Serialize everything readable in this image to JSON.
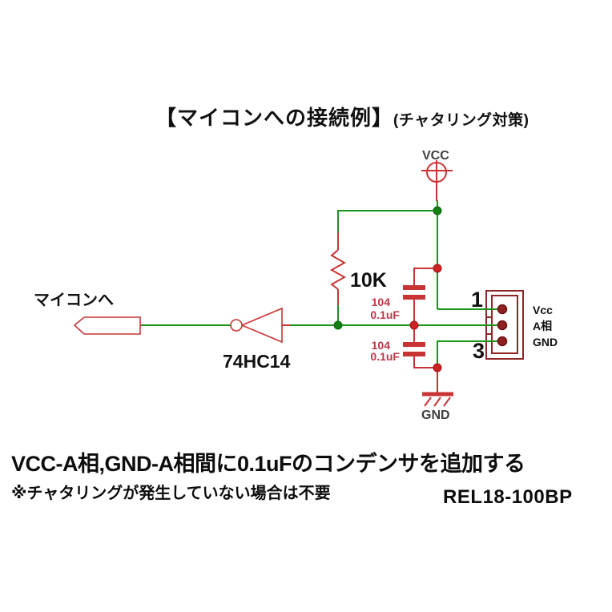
{
  "title": {
    "main": "【マイコンへの接続例】",
    "sub": "(チャタリング対策)"
  },
  "schematic": {
    "vcc_label": "VCC",
    "gnd_label": "GND",
    "resistor_value": "10K",
    "cap_top": {
      "code": "104",
      "value": "0.1uF"
    },
    "cap_bottom": {
      "code": "104",
      "value": "0.1uF"
    },
    "inverter_label": "74HC14",
    "net_label": "マイコンへ",
    "connector": {
      "pin_top_number": "1",
      "pin_bottom_number": "3",
      "pins": [
        "Vcc",
        "A相",
        "GND"
      ]
    }
  },
  "notes": {
    "line1": "VCC-A相,GND-A相間に0.1uFのコンデンサを追加する",
    "line2": "※チャタリングが発生していない場合は不要",
    "part_number": "REL18-100BP"
  },
  "colors": {
    "wire_green": "#1b941b",
    "component_red": "#c83434",
    "connector_red": "#8e2626",
    "value_text_red": "#c23548",
    "port_text_gray": "#3d3d3d",
    "text_black": "#111111"
  }
}
